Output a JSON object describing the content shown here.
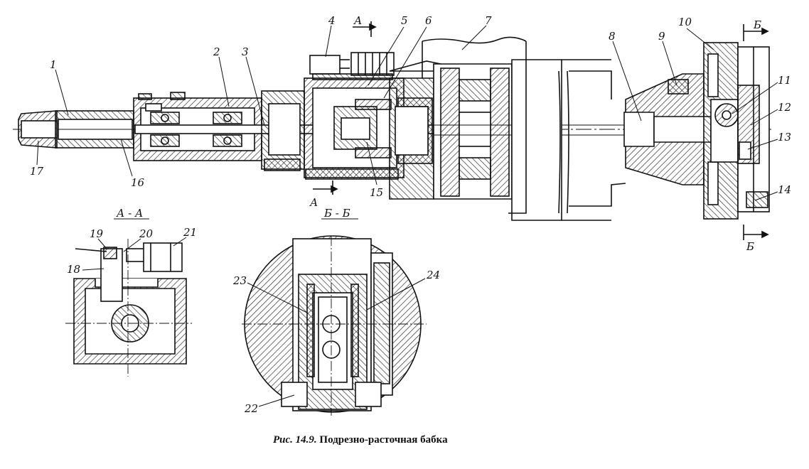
{
  "figure": {
    "caption_prefix": "Рис. 14.9.",
    "caption_text": "Подрезно-расточная бабка"
  },
  "sections": {
    "aa_title": "А - А",
    "bb_title": "Б - Б",
    "cut_a_top": "А",
    "cut_a_bottom": "А",
    "cut_b_top": "Б",
    "cut_b_bottom": "Б"
  },
  "callouts": [
    "1",
    "2",
    "3",
    "4",
    "5",
    "6",
    "7",
    "8",
    "9",
    "10",
    "11",
    "12",
    "13",
    "14",
    "15",
    "16",
    "17",
    "18",
    "19",
    "20",
    "21",
    "22",
    "23",
    "24"
  ]
}
